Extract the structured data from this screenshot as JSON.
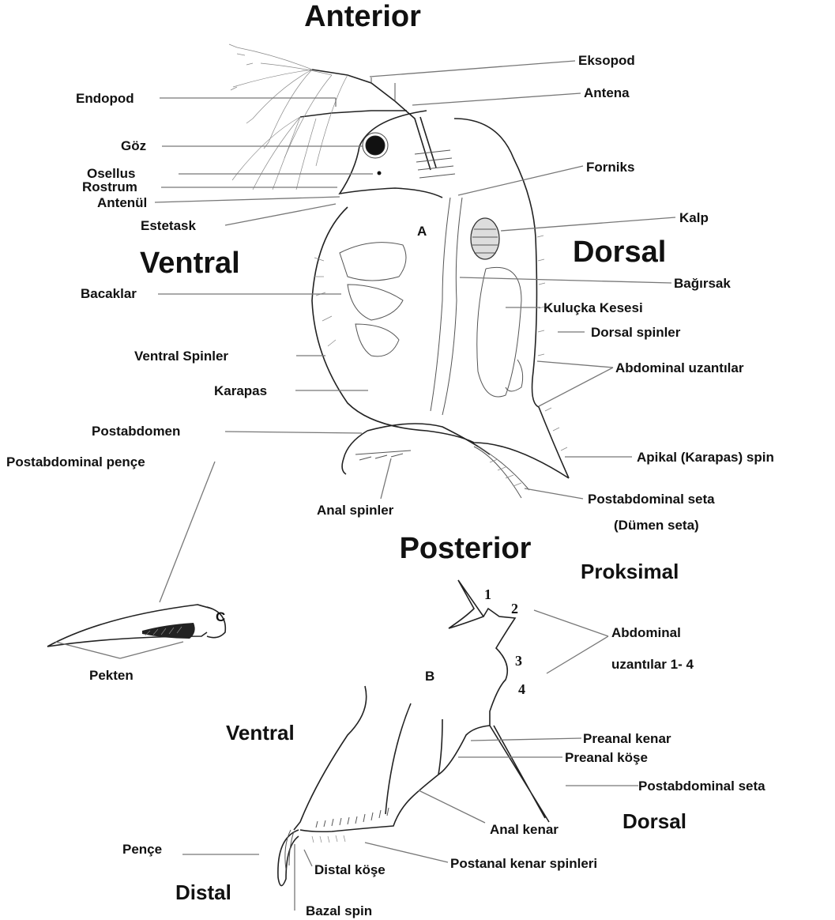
{
  "headings": {
    "anterior": "Anterior",
    "posterior": "Posterior",
    "ventral_top": "Ventral",
    "dorsal_top": "Dorsal",
    "proksimal": "Proksimal",
    "ventral_bottom": "Ventral",
    "dorsal_bottom": "Dorsal",
    "distal": "Distal"
  },
  "panel_letters": {
    "a": "A",
    "b": "B",
    "c": "C"
  },
  "labels_a": {
    "eksopod": "Eksopod",
    "endopod": "Endopod",
    "antena": "Antena",
    "goz": "Göz",
    "osellus": "Osellus",
    "forniks": "Forniks",
    "rostrum": "Rostrum",
    "antenul": "Antenül",
    "kalp": "Kalp",
    "estetask": "Estetask",
    "bagirsak": "Bağırsak",
    "bacaklar": "Bacaklar",
    "kulucka_kesesi": "Kuluçka Kesesi",
    "dorsal_spinler": "Dorsal spinler",
    "ventral_spinler": "Ventral Spinler",
    "abdominal_uzantilar": "Abdominal uzantılar",
    "karapas": "Karapas",
    "postabdomen": "Postabdomen",
    "postabdominal_pence": "Postabdominal pençe",
    "apikal_spin": "Apikal (Karapas) spin",
    "anal_spinler": "Anal spinler",
    "postabdominal_seta": "Postabdominal seta",
    "dumen_seta": "(Dümen seta)"
  },
  "labels_c": {
    "pekten": "Pekten"
  },
  "labels_b": {
    "abdominal_1": "Abdominal",
    "abdominal_2": "uzantılar 1- 4",
    "n1": "1",
    "n2": "2",
    "n3": "3",
    "n4": "4",
    "preanal_kenar": "Preanal kenar",
    "preanal_kose": "Preanal köşe",
    "postabdominal_seta": "Postabdominal seta",
    "anal_kenar": "Anal kenar",
    "pence": "Pençe",
    "postanal_kenar_spinleri": "Postanal kenar spinleri",
    "distal_kose": "Distal köşe",
    "bazal_spin": "Bazal spin"
  }
}
